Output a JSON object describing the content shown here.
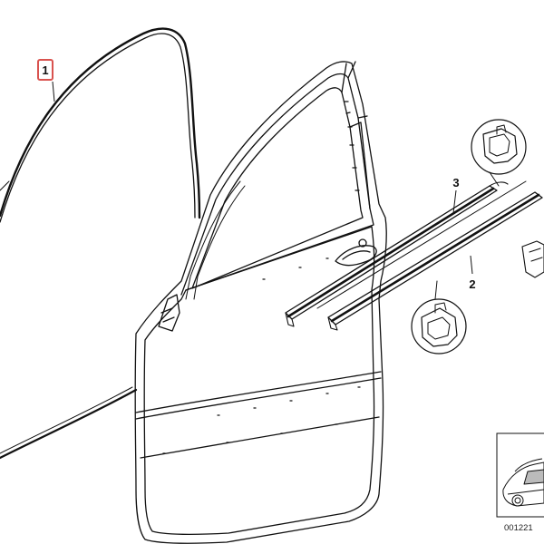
{
  "callouts": {
    "c1": "1",
    "c2": "2",
    "c3": "3"
  },
  "reference_code": "001221",
  "highlight_color": "#d9534f",
  "line_color": "#111111"
}
